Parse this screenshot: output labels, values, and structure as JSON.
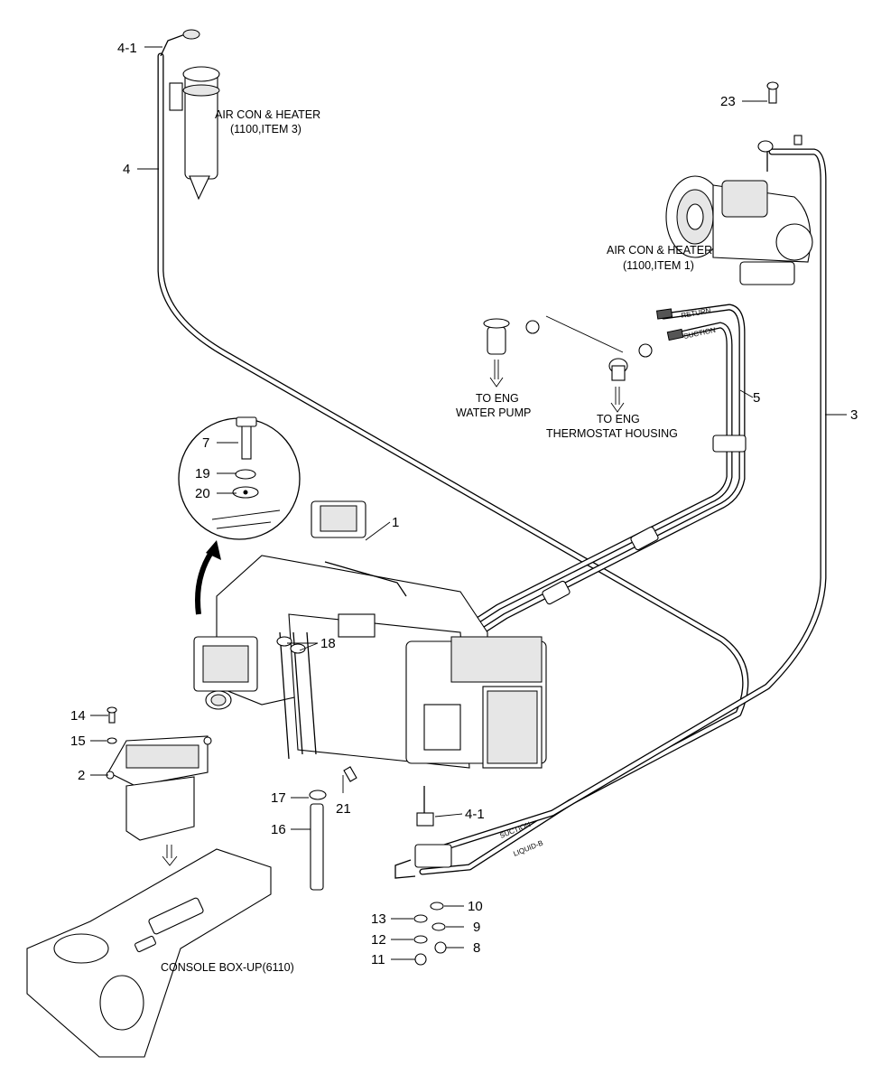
{
  "labels": {
    "p4_1_top": "4-1",
    "p4": "4",
    "p23": "23",
    "p3": "3",
    "p5": "5",
    "p7": "7",
    "p19": "19",
    "p20": "20",
    "p1": "1",
    "p18": "18",
    "p14": "14",
    "p15": "15",
    "p2": "2",
    "p17": "17",
    "p21": "21",
    "p16": "16",
    "p4_1_bottom": "4-1",
    "p13": "13",
    "p10": "10",
    "p12": "12",
    "p9": "9",
    "p11": "11",
    "p8": "8"
  },
  "captions": {
    "receiver_line1": "AIR CON & HEATER",
    "receiver_line2": "(1100,ITEM 3)",
    "compressor_line1": "AIR CON & HEATER",
    "compressor_line2": "(1100,ITEM 1)",
    "water_pump_line1": "TO ENG",
    "water_pump_line2": "WATER PUMP",
    "thermostat_line1": "TO ENG",
    "thermostat_line2": "THERMOSTAT HOUSING",
    "console": "CONSOLE BOX-UP(6110)",
    "suction_tag": "SUCTION",
    "liquid_tag": "LIQUID-B",
    "return_tag": "RETURN",
    "suction_tag2": "SUCTION"
  }
}
